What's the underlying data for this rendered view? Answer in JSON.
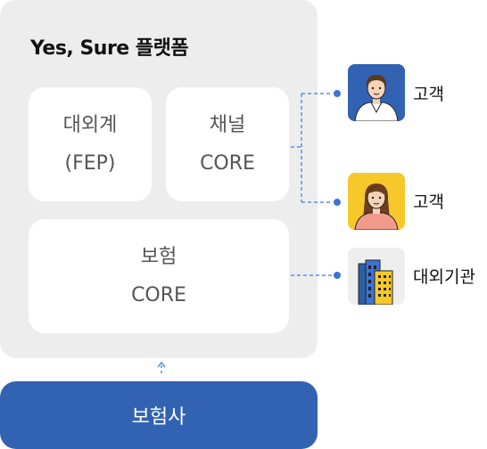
{
  "platform": {
    "title": "Yes, Sure 플랫폼",
    "cards": {
      "fep": {
        "line1": "대외계",
        "line2": "(FEP)"
      },
      "channel": {
        "line1": "채널",
        "line2": "CORE"
      },
      "insurance": {
        "line1": "보험",
        "line2": "CORE"
      }
    }
  },
  "insurer": {
    "label": "보험사"
  },
  "external": {
    "customer_1": {
      "label": "고객",
      "icon": "male-customer-icon"
    },
    "customer_2": {
      "label": "고객",
      "icon": "female-customer-icon"
    },
    "institution": {
      "label": "대외기관",
      "icon": "building-icon"
    }
  },
  "colors": {
    "primary": "#3262b2",
    "panel": "#ededed",
    "card": "#ffffff",
    "connector": "#5b8ee6",
    "customer_2_bg": "#f7c82a"
  }
}
